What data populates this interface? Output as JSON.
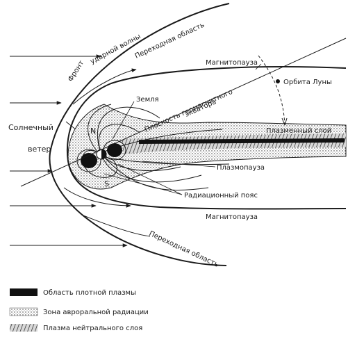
{
  "labels": {
    "shock_front": "Фронт",
    "shock_wave": "ударной волны",
    "transition_top": "Переходная область",
    "transition_bottom": "Переходная область",
    "magnetopause_top": "Магнитопауза",
    "magnetopause_bottom": "Магнитопауза",
    "moon_orbit": "Орбита Луны",
    "earth": "Земля",
    "geomag_plane_1": "Плоскость геомагнитного",
    "geomag_plane_2": "экватора",
    "solar_wind_1": "Солнечный",
    "solar_wind_2": "ветер",
    "north": "N",
    "south": "S",
    "plasma_sheet": "Плазменный слой",
    "plasmapause": "Плазмопауза",
    "radiation_belt": "Радиационный пояс"
  },
  "legend": [
    {
      "label": "Область плотной плазмы",
      "pattern": "dense"
    },
    {
      "label": "Зона авроральной радиации",
      "pattern": "dotted"
    },
    {
      "label": "Плазма нейтрального слоя",
      "pattern": "hatched"
    }
  ],
  "colors": {
    "ink": "#1a1a1a",
    "dense": "#111111",
    "background": "#ffffff"
  }
}
